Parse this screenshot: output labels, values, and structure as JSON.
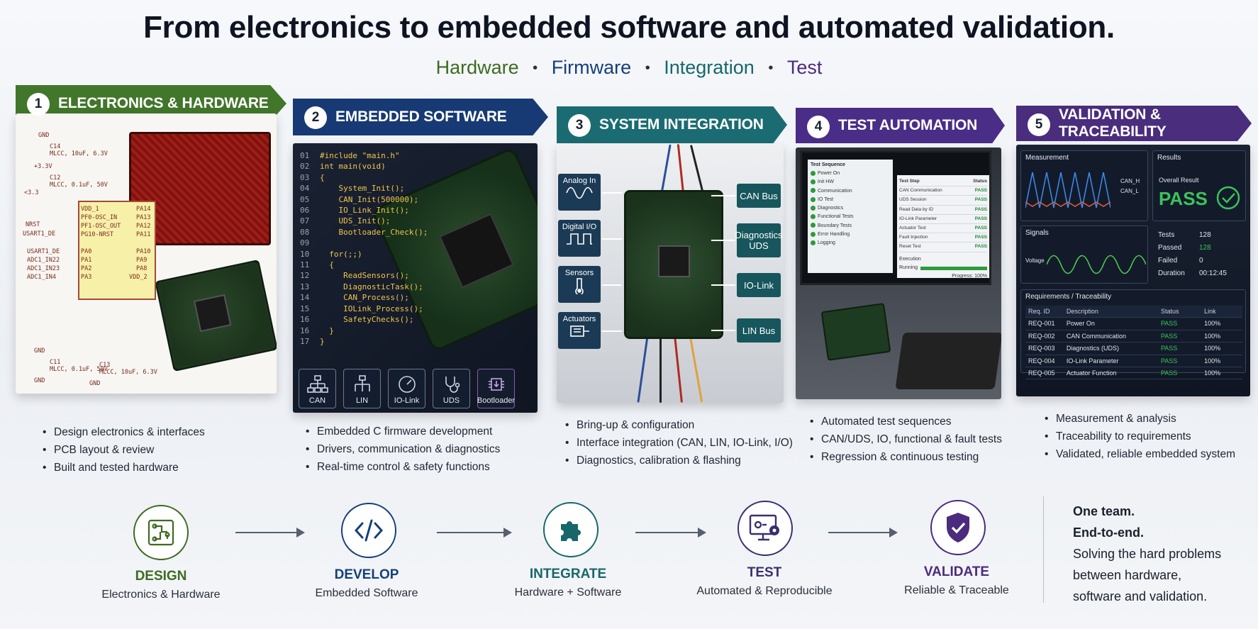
{
  "header": {
    "title": "From electronics to embedded software and automated validation.",
    "subtitle": [
      "Hardware",
      "Firmware",
      "Integration",
      "Test"
    ],
    "separator": "•"
  },
  "panels": [
    {
      "number": "1",
      "title": "ELECTRONICS & HARDWARE",
      "color": "#42762a",
      "schematic_labels": [
        "GND",
        "C14",
        "MLCC, 10uF, 6.3V",
        "+3.3V",
        "C12",
        "MLCC, 0.1uF, 50V",
        "<3.3",
        "NRST",
        "USART1_DE",
        "USART1_DE",
        "ADC1_IN22",
        "ADC1_IN23",
        "ADC1_IN4",
        "VDD_1",
        "PF0-OSC_IN",
        "PF1-OSC_OUT",
        "PG10-NRST",
        "PA0",
        "PA1",
        "PA2",
        "PA3",
        "PA14",
        "PA13",
        "PA12",
        "PA11",
        "PA10",
        "PA9",
        "PA8",
        "VDD_2",
        "GND",
        "C11",
        "MLCC, 0.1uF, 50V",
        "GND",
        "C13",
        "MLCC, 10uF, 6.3V",
        "GND"
      ],
      "bullets": [
        "Design electronics & interfaces",
        "PCB layout & review",
        "Built and tested hardware"
      ]
    },
    {
      "number": "2",
      "title": "EMBEDDED SOFTWARE",
      "color": "#173a74",
      "code": [
        {
          "ln": "01",
          "text": "#include \"main.h\""
        },
        {
          "ln": "02",
          "text": "int main(void)"
        },
        {
          "ln": "03",
          "text": "{"
        },
        {
          "ln": "04",
          "text": "    System_Init();"
        },
        {
          "ln": "05",
          "text": "    CAN_Init(500000);"
        },
        {
          "ln": "06",
          "text": "    IO_Link_Init();"
        },
        {
          "ln": "07",
          "text": "    UDS_Init();"
        },
        {
          "ln": "08",
          "text": "    Bootloader_Check();"
        },
        {
          "ln": "09",
          "text": ""
        },
        {
          "ln": "10",
          "text": "  for(;;)"
        },
        {
          "ln": "11",
          "text": "  {"
        },
        {
          "ln": "12",
          "text": "     ReadSensors();"
        },
        {
          "ln": "13",
          "text": "     DiagnosticTask();"
        },
        {
          "ln": "14",
          "text": "     CAN_Process();"
        },
        {
          "ln": "15",
          "text": "     IOLink_Process();"
        },
        {
          "ln": "16",
          "text": "     SafetyChecks();"
        },
        {
          "ln": "16",
          "text": "  }"
        },
        {
          "ln": "17",
          "text": "}"
        }
      ],
      "protocols": [
        {
          "label": "CAN",
          "icon": "hierarchy-icon"
        },
        {
          "label": "LIN",
          "icon": "tree-icon"
        },
        {
          "label": "IO-Link",
          "icon": "gauge-icon"
        },
        {
          "label": "UDS",
          "icon": "stethoscope-icon"
        },
        {
          "label": "Bootloader",
          "icon": "chip-icon"
        }
      ],
      "bullets": [
        "Embedded C firmware development",
        "Drivers, communication & diagnostics",
        "Real-time control & safety functions"
      ]
    },
    {
      "number": "3",
      "title": "SYSTEM INTEGRATION",
      "color": "#1b6c72",
      "inputs": [
        {
          "label": "Analog In",
          "icon": "sine-wave-icon"
        },
        {
          "label": "Digital I/O",
          "icon": "square-wave-icon"
        },
        {
          "label": "Sensors",
          "icon": "thermometer-icon"
        },
        {
          "label": "Actuators",
          "icon": "actuator-icon"
        }
      ],
      "buses": [
        "CAN Bus",
        "Diagnostics UDS",
        "IO-Link",
        "LIN Bus"
      ],
      "bullets": [
        "Bring-up & configuration",
        "Interface integration (CAN, LIN, IO-Link, I/O)",
        "Diagnostics, calibration & flashing"
      ]
    },
    {
      "number": "4",
      "title": "TEST AUTOMATION",
      "color": "#4a2d86",
      "sequence_title": "Test Sequence",
      "sequence": [
        "Power On",
        "Init HW",
        "Communication",
        "IO Test",
        "Diagnostics",
        "Functional Tests",
        "Boundary Tests",
        "Error Handling",
        "Logging"
      ],
      "table_headers": [
        "Test Step",
        "Status"
      ],
      "table_rows": [
        [
          "CAN Communication",
          "PASS"
        ],
        [
          "UDS Session",
          "PASS"
        ],
        [
          "Read Data by ID",
          "PASS"
        ],
        [
          "IO-Link Parameter",
          "PASS"
        ],
        [
          "Actuator Test",
          "PASS"
        ],
        [
          "Fault Injection",
          "PASS"
        ],
        [
          "Reset Test",
          "PASS"
        ]
      ],
      "execution_label": "Execution",
      "running_label": "Running",
      "progress_label": "Progress: 100%",
      "progress": 1.0,
      "bullets": [
        "Automated test sequences",
        "CAN/UDS, IO, functional & fault tests",
        "Regression & continuous testing"
      ]
    },
    {
      "number": "5",
      "title": "VALIDATION & TRACEABILITY",
      "color": "#4a2d7c",
      "measurement_label": "Measurement",
      "legend": [
        "CAN_H",
        "CAN_L"
      ],
      "results_label": "Results",
      "overall_label": "Overall Result",
      "overall_value": "PASS",
      "signals_label": "Signals",
      "voltage_label": "Voltage",
      "stats": [
        {
          "label": "Tests",
          "value": "128"
        },
        {
          "label": "Passed",
          "value": "128"
        },
        {
          "label": "Failed",
          "value": "0"
        },
        {
          "label": "Duration",
          "value": "00:12:45"
        }
      ],
      "req_title": "Requirements / Traceability",
      "req_headers": [
        "Req. ID",
        "Description",
        "Status",
        "Link"
      ],
      "req_rows": [
        [
          "REQ-001",
          "Power On",
          "PASS",
          "100%"
        ],
        [
          "REQ-002",
          "CAN Communication",
          "PASS",
          "100%"
        ],
        [
          "REQ-003",
          "Diagnostics (UDS)",
          "PASS",
          "100%"
        ],
        [
          "REQ-004",
          "IO-Link Parameter",
          "PASS",
          "100%"
        ],
        [
          "REQ-005",
          "Actuator Function",
          "PASS",
          "100%"
        ]
      ],
      "bullets": [
        "Measurement & analysis",
        "Traceability to requirements",
        "Validated, reliable embedded system"
      ]
    }
  ],
  "flow": [
    {
      "title": "DESIGN",
      "sub": "Electronics & Hardware",
      "color": "#3e6b20",
      "icon": "circuit-icon"
    },
    {
      "title": "DEVELOP",
      "sub": "Embedded Software",
      "color": "#163f7a",
      "icon": "code-icon"
    },
    {
      "title": "INTEGRATE",
      "sub": "Hardware + Software",
      "color": "#17676a",
      "icon": "puzzle-icon"
    },
    {
      "title": "TEST",
      "sub": "Automated & Reproducible",
      "color": "#3a2e6e",
      "icon": "monitor-gear-icon"
    },
    {
      "title": "VALIDATE",
      "sub": "Reliable & Traceable",
      "color": "#4b2b7d",
      "icon": "shield-check-icon"
    }
  ],
  "tagline": {
    "line1": "One team.",
    "line2": "End-to-end.",
    "line3": "Solving the hard problems",
    "line4": "between hardware,",
    "line5": "software and validation."
  }
}
